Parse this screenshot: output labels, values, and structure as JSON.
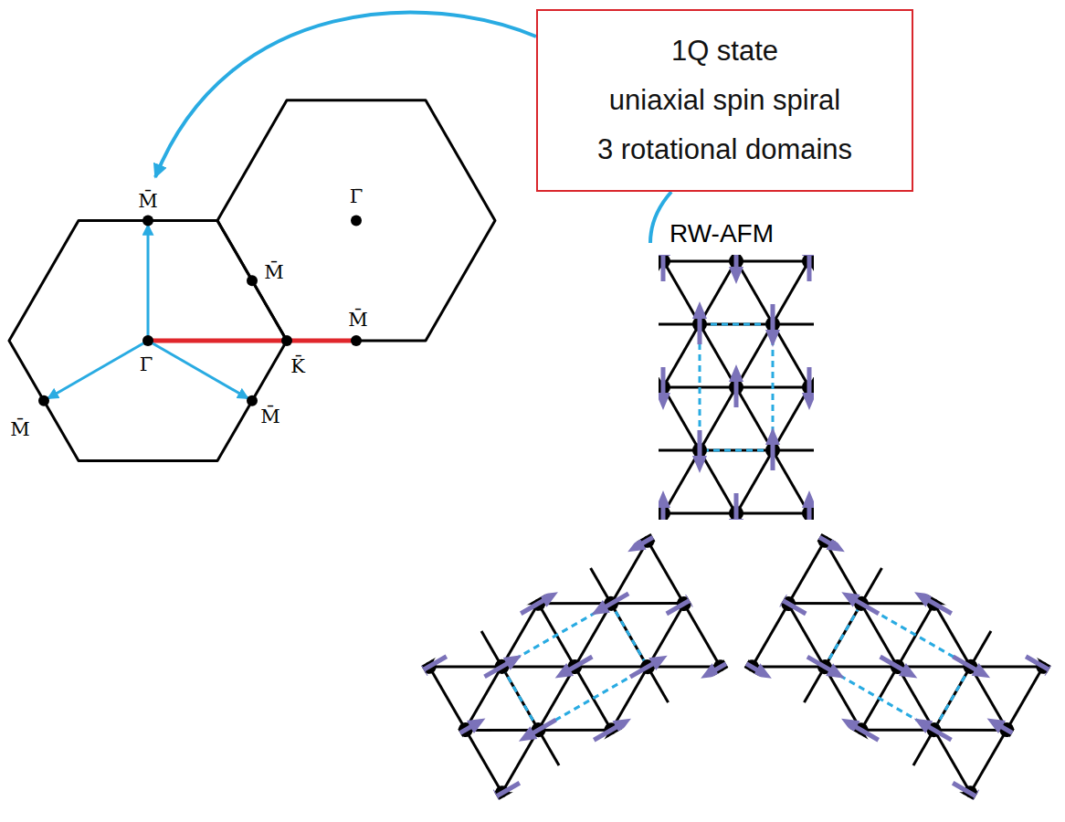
{
  "diagram": {
    "nodes": [
      {
        "text": [
          "1Q state",
          "uniaxial spin spiral",
          "3 rotational domains"
        ]
      }
    ],
    "labels": [
      "M̄",
      "Γ̄",
      "M̄",
      "M̄",
      "Γ̄",
      "K̄",
      "M̄",
      "M̄",
      "RW-AFM"
    ]
  }
}
